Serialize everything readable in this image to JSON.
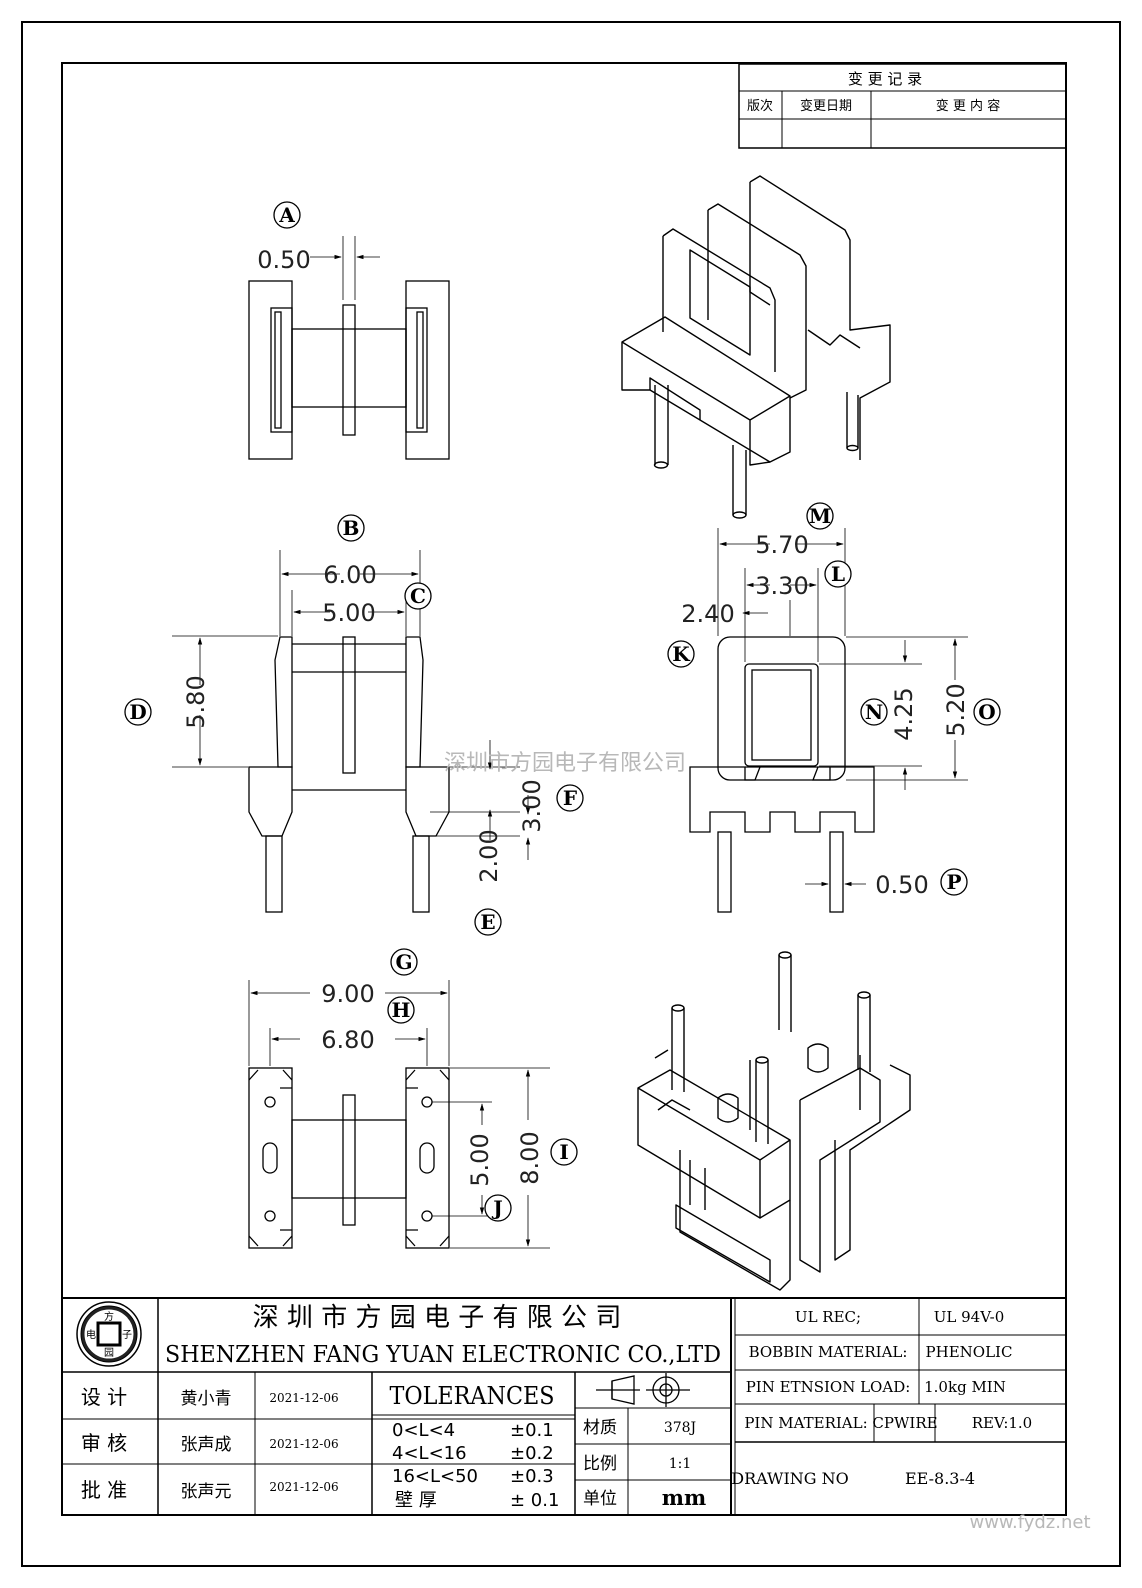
{
  "change_record": {
    "title": "变 更 记 录",
    "headers": [
      "版次",
      "变更日期",
      "变 更 内 容"
    ],
    "rows": [
      [
        "",
        "",
        ""
      ]
    ]
  },
  "views": {
    "callouts": [
      "A",
      "B",
      "C",
      "D",
      "E",
      "F",
      "G",
      "H",
      "I",
      "J",
      "K",
      "L",
      "M",
      "N",
      "O",
      "P"
    ],
    "dimensions": {
      "a": "0.50",
      "b": "6.00",
      "c": "5.00",
      "d": "5.80",
      "e": "2.00",
      "f": "3.00",
      "g": "9.00",
      "h": "6.80",
      "i": "8.00",
      "j": "5.00",
      "k": "2.40",
      "l": "3.30",
      "m": "5.70",
      "n": "4.25",
      "o": "5.20",
      "p": "0.50"
    }
  },
  "watermark": "深圳市方园电子有限公司",
  "site_watermark": "www.fydz.net",
  "title_block": {
    "logo_chars": [
      "方",
      "电",
      "子",
      "园"
    ],
    "company_cn": "深 圳 市 方 园 电 子 有 限 公 司",
    "company_en": "SHENZHEN FANG YUAN ELECTRONIC CO.,LTD",
    "approvals": [
      {
        "role": "设  计",
        "name": "黄小青",
        "date": "2021-12-06"
      },
      {
        "role": "审  核",
        "name": "张声成",
        "date": "2021-12-06"
      },
      {
        "role": "批  准",
        "name": "张声元",
        "date": "2021-12-06"
      }
    ],
    "tolerances_title": "TOLERANCES",
    "tolerances": [
      {
        "range": "0<L<4",
        "value": "±0.1"
      },
      {
        "range": "4<L<16",
        "value": "±0.2"
      },
      {
        "range": "16<L<50",
        "value": "±0.3"
      },
      {
        "range": "壁    厚",
        "value": "± 0.1"
      }
    ],
    "specs": [
      {
        "label": "材质",
        "value": "378J"
      },
      {
        "label": "比例",
        "value": "1:1"
      },
      {
        "label": "单位",
        "value": "mm"
      }
    ],
    "ul_rec_label": "UL REC;",
    "ul_rec_value": "UL  94V-0",
    "bobbin_label": "BOBBIN MATERIAL:",
    "bobbin_value": "PHENOLIC",
    "pin_load_label": "PIN ETNSION LOAD:",
    "pin_load_value": "1.0kg MIN",
    "pin_material_label": "PIN MATERIAL:",
    "pin_material_value": "CPWIRE",
    "rev": "REV:1.0",
    "drawing_no_label": "DRAWING NO",
    "drawing_no": "EE-8.3-4"
  }
}
